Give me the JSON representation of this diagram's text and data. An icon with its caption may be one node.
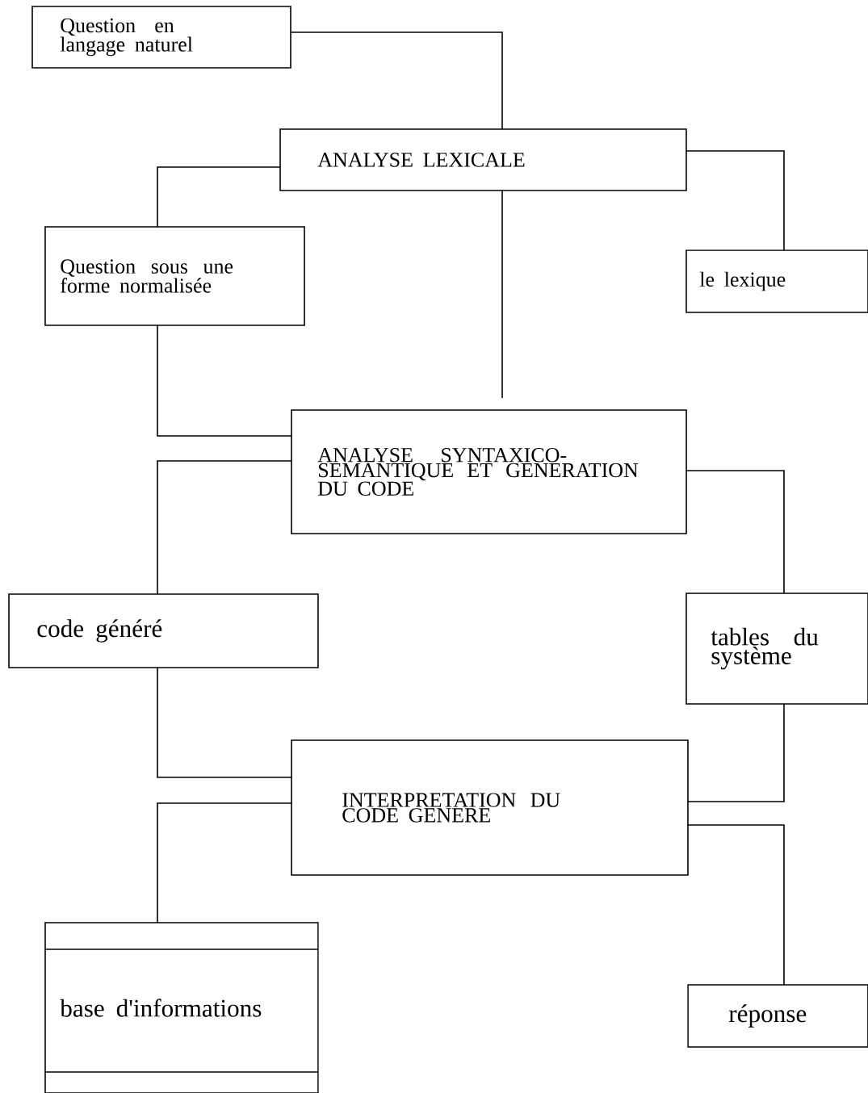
{
  "diagram": {
    "nodes": [
      {
        "text": [
          "Question en langage naturel"
        ]
      },
      {
        "text": [
          "ANALYSE LEXICALE"
        ]
      },
      {
        "text": [
          "Question sous une forme normalisée"
        ]
      },
      {
        "text": [
          "le lexique"
        ]
      },
      {
        "text": [
          "ANALYSE SYNTAXICO-SEMANTIQUE ET GENERATION DU CODE"
        ]
      },
      {
        "text": [
          "code généré"
        ]
      },
      {
        "text": [
          "tables du système"
        ]
      },
      {
        "text": [
          "INTERPRETATION DU CODE GENERE"
        ]
      },
      {
        "text": [
          "base d'informations"
        ]
      },
      {
        "text": [
          "réponse"
        ]
      }
    ],
    "edges": [
      {
        "from": 0,
        "to": 1,
        "arrow": "none"
      },
      {
        "from": 1,
        "to": 2,
        "arrow": "none"
      },
      {
        "from": 1,
        "to": 3,
        "arrow": "none"
      },
      {
        "from": 1,
        "to": 4,
        "arrow": "none"
      },
      {
        "from": 2,
        "to": 4,
        "arrow": "none"
      },
      {
        "from": 4,
        "to": 5,
        "arrow": "none"
      },
      {
        "from": 4,
        "to": 6,
        "arrow": "none"
      },
      {
        "from": 5,
        "to": 7,
        "arrow": "none"
      },
      {
        "from": 6,
        "to": 7,
        "arrow": "none"
      },
      {
        "from": 7,
        "to": 8,
        "arrow": "none"
      },
      {
        "from": 7,
        "to": 9,
        "arrow": "none"
      }
    ]
  }
}
